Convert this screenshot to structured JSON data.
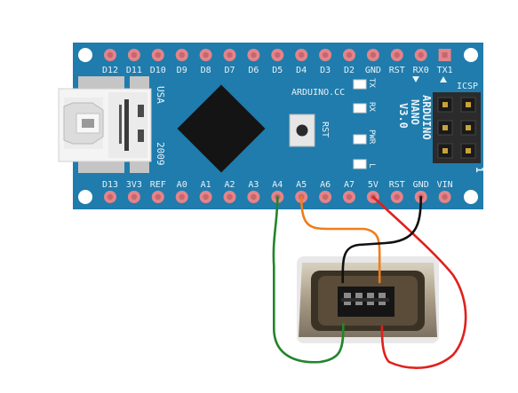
{
  "board": {
    "name_line1": "ARDUINO",
    "name_line2": "NANO",
    "name_line3": "V3.0",
    "site": "ARDUINO.CC",
    "country": "USA",
    "year": "2009",
    "icsp": "ICSP",
    "icsp_number": "1",
    "rst_button": "RST",
    "led_tx": "TX",
    "led_rx": "RX",
    "led_pwr": "PWR",
    "led_l": "L",
    "top_pins": [
      "D12",
      "D11",
      "D10",
      "D9",
      "D8",
      "D7",
      "D6",
      "D5",
      "D4",
      "D3",
      "D2",
      "GND",
      "RST",
      "RX0",
      "TX1"
    ],
    "bottom_pins": [
      "D13",
      "3V3",
      "REF",
      "A0",
      "A1",
      "A2",
      "A3",
      "A4",
      "A5",
      "A6",
      "A7",
      "5V",
      "RST",
      "GND",
      "VIN"
    ]
  },
  "wires": [
    {
      "from_pin": "A4",
      "color": "#22852a"
    },
    {
      "from_pin": "A5",
      "color": "#f07d1a"
    },
    {
      "from_pin": "5V",
      "color": "#e0201c"
    },
    {
      "from_pin": "GND",
      "color": "#111111"
    }
  ],
  "colors": {
    "pcb": "#1f7cac",
    "pad": "#e3848a",
    "silkscreen": "#e9f2f8"
  }
}
